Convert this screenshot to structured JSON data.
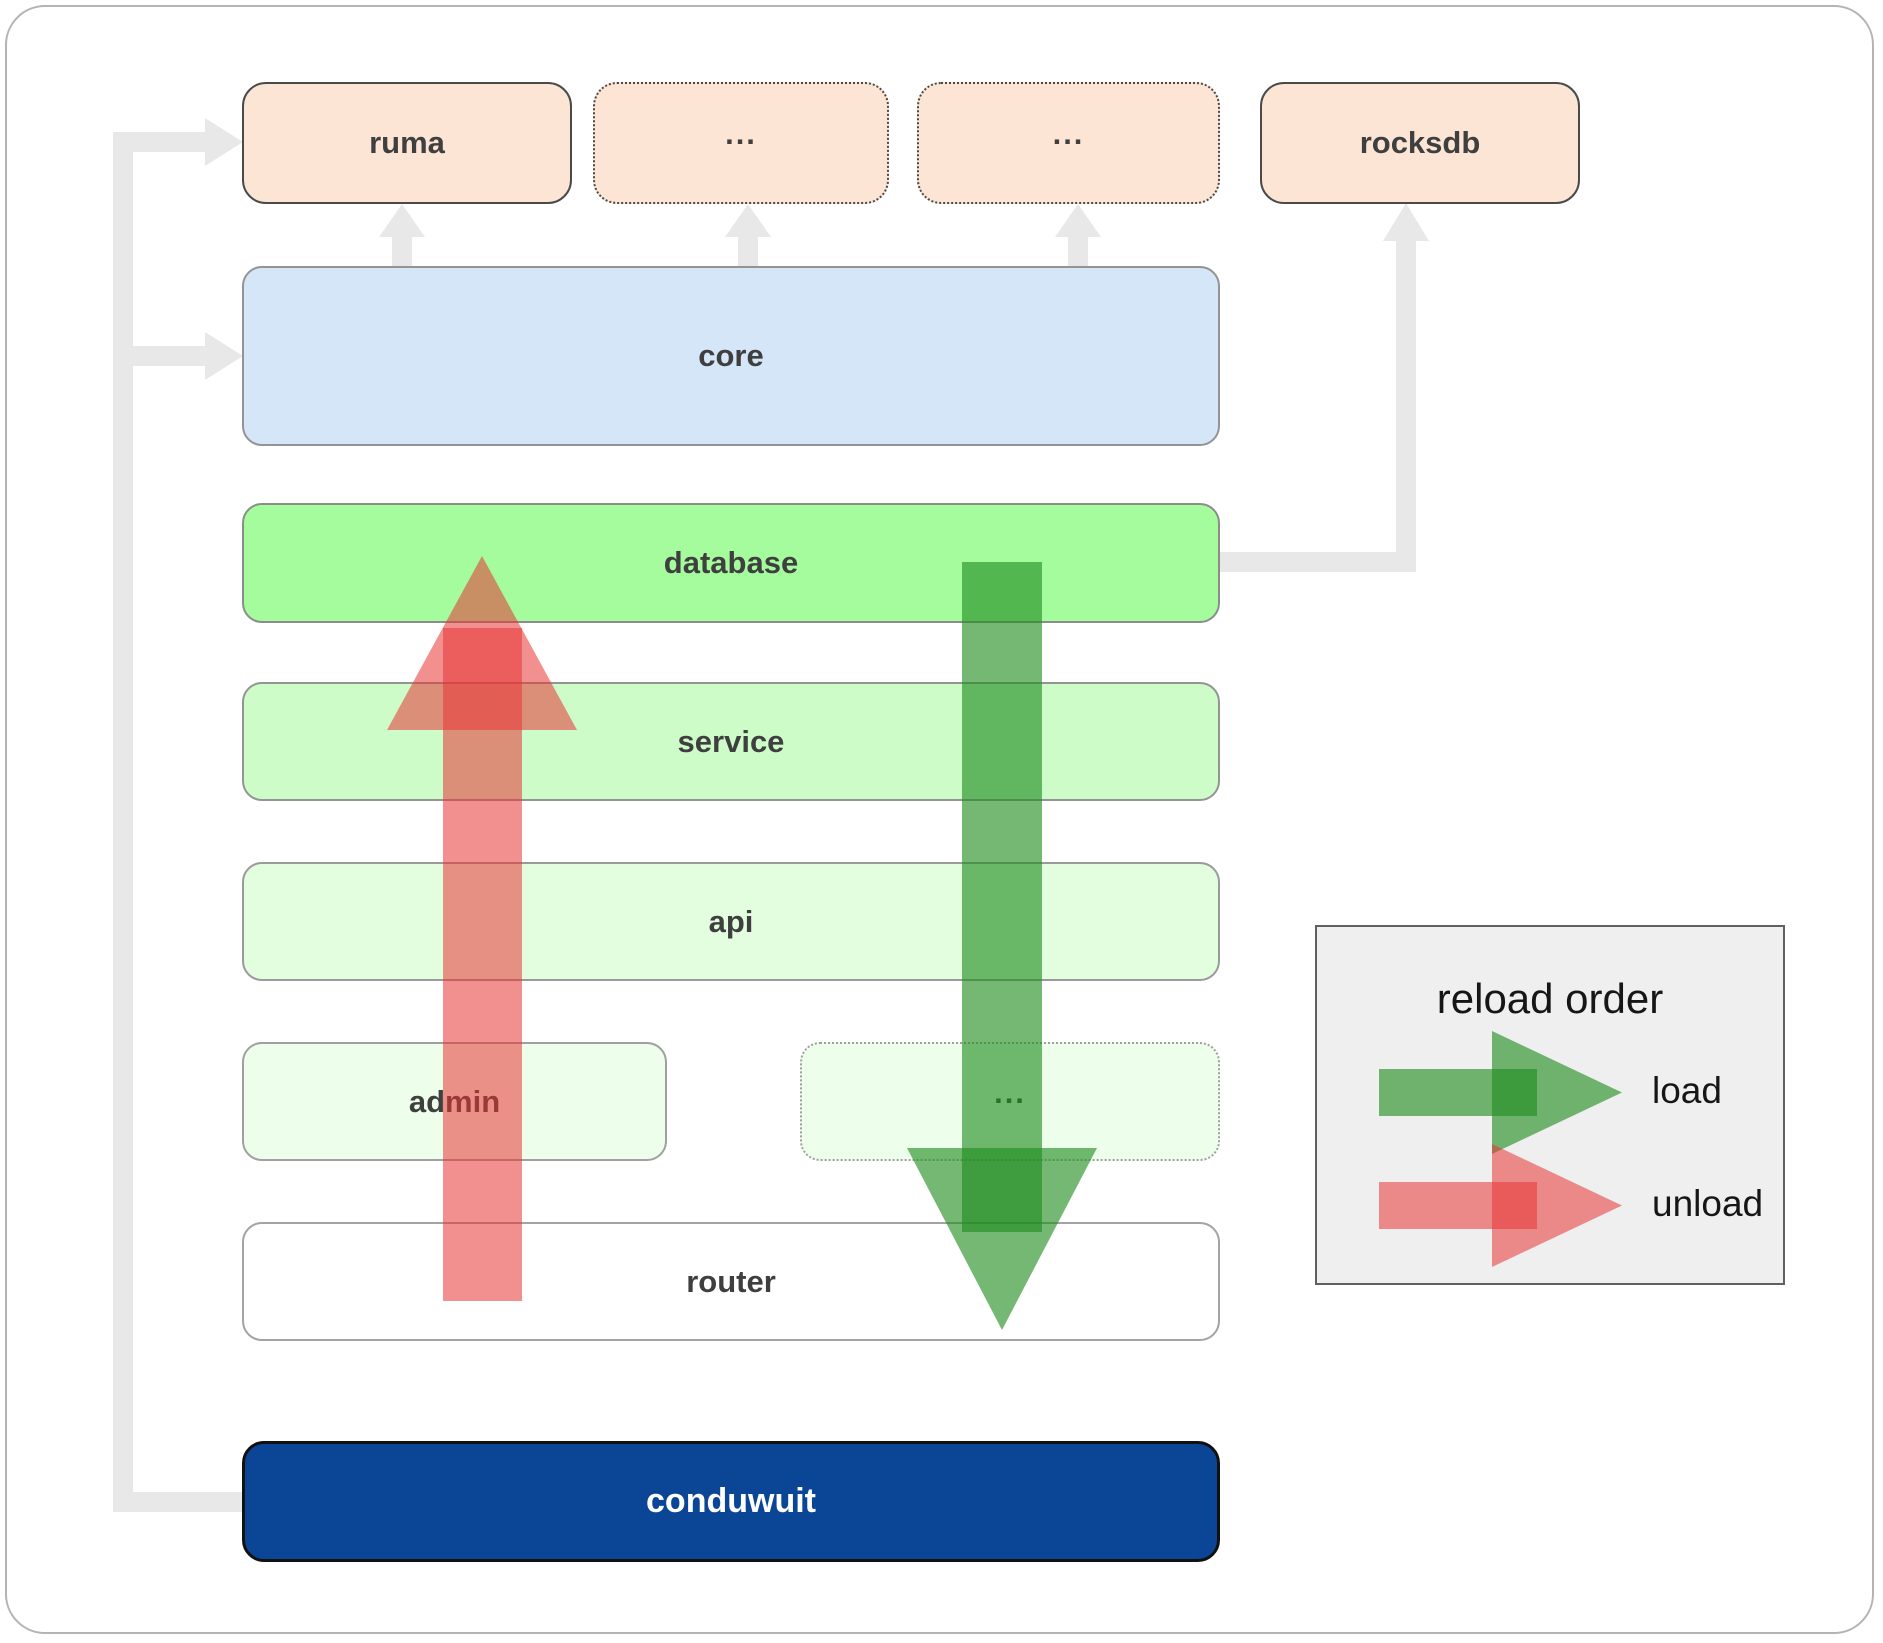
{
  "boxes": {
    "ruma": "ruma",
    "deps_more_1": "...",
    "deps_more_2": "...",
    "rocksdb": "rocksdb",
    "core": "core",
    "database": "database",
    "service": "service",
    "api": "api",
    "admin": "admin",
    "admin_more": "...",
    "router": "router",
    "conduwuit": "conduwuit"
  },
  "legend": {
    "title": "reload order",
    "load_label": "load",
    "unload_label": "unload"
  },
  "colors": {
    "load_arrow_green": "#1f8c1f",
    "unload_arrow_red": "#e83535",
    "dependency_box_fill": "#fce5d4",
    "core_fill": "#d6e6f9",
    "database_fill": "#a5fc9d",
    "service_fill": "#cdfcc9",
    "api_fill": "#e2fedf",
    "admin_fill": "#edfeeb",
    "router_fill": "#ffffff",
    "conduwuit_fill": "#0b4596",
    "conduwuit_text": "#ffffff",
    "connector_gray": "#e8e8e8",
    "legend_background": "#efefef"
  }
}
